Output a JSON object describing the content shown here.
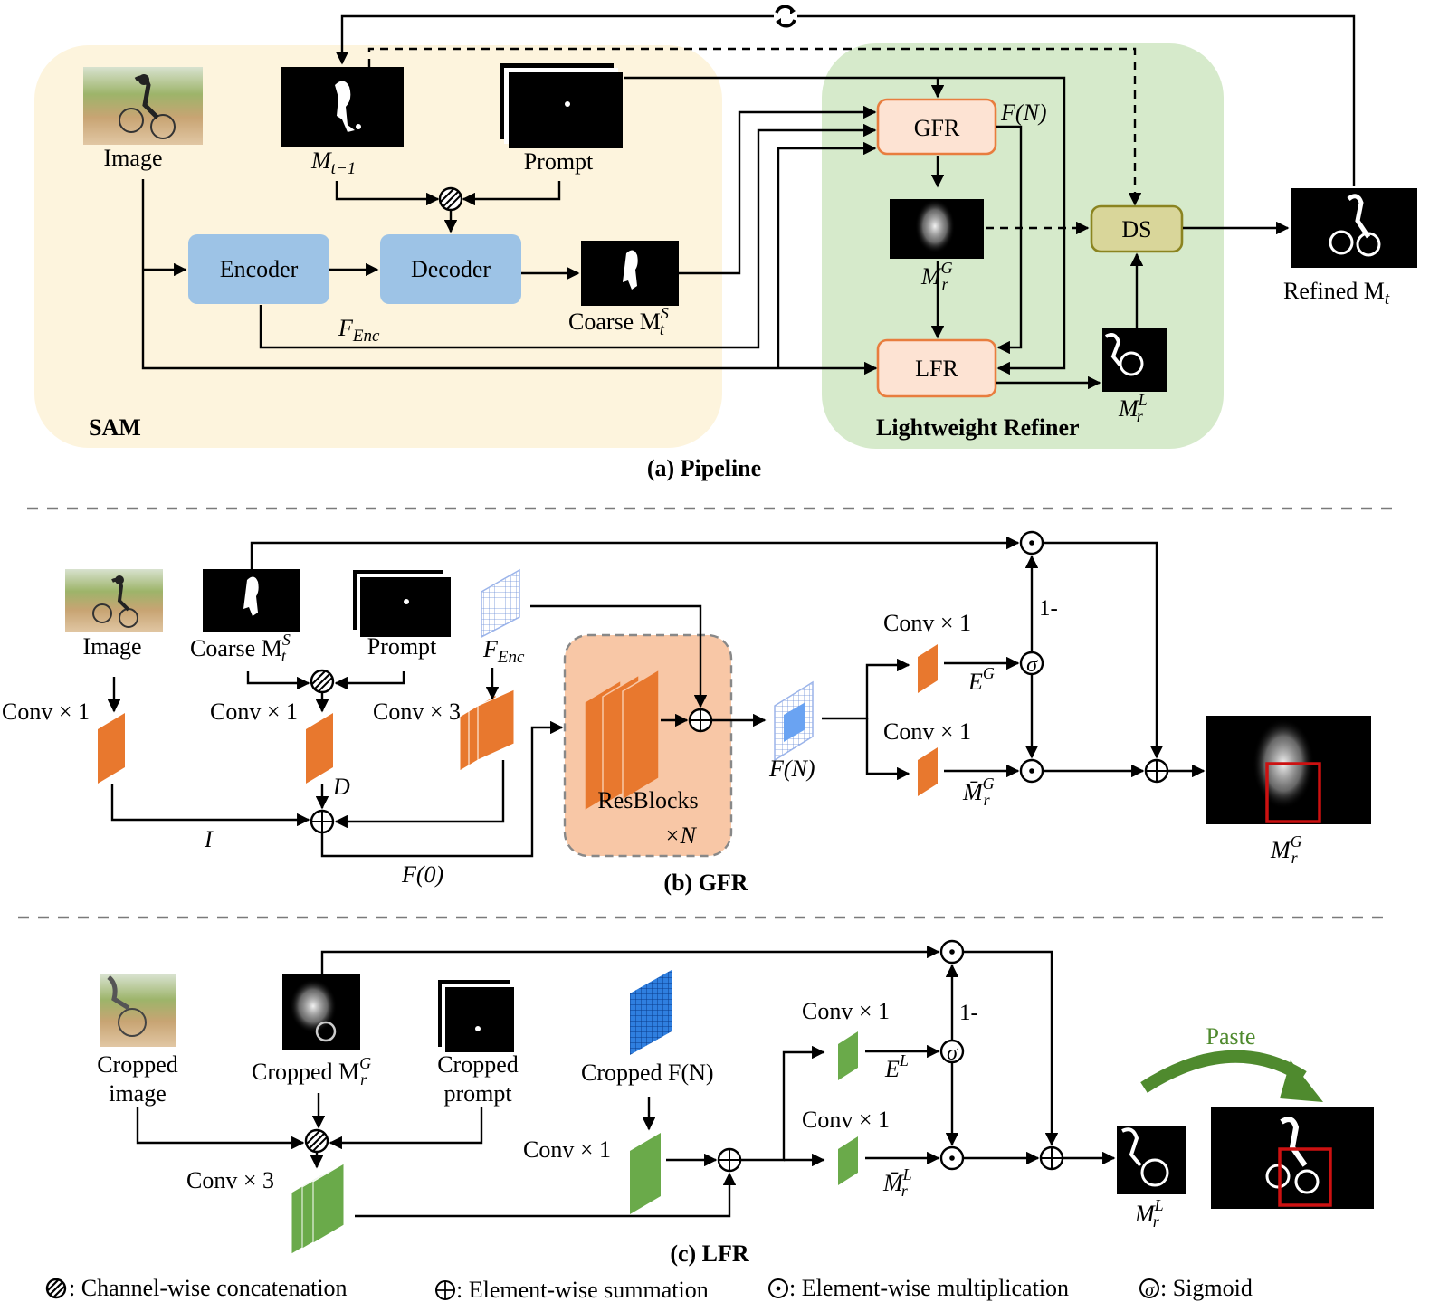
{
  "pipeline": {
    "caption": "(a) Pipeline",
    "sam_label": "SAM",
    "refiner_label": "Lightweight Refiner",
    "image_label": "Image",
    "mask_prev_label": "M",
    "mask_prev_sub": "t−1",
    "prompt_label": "Prompt",
    "encoder_label": "Encoder",
    "decoder_label": "Decoder",
    "fenc_label": "F",
    "fenc_sub": "Enc",
    "coarse_label": "Coarse M",
    "coarse_sup": "S",
    "coarse_sub": "t",
    "gfr_label": "GFR",
    "lfr_label": "LFR",
    "ds_label": "DS",
    "fn_label": "F(N)",
    "mrg_label": "M",
    "mrg_sup": "G",
    "mrg_sub": "r",
    "mrl_label": "M",
    "mrl_sup": "L",
    "mrl_sub": "r",
    "refined_label": "Refined M",
    "refined_sub": "t",
    "loop_icon": "refresh-icon"
  },
  "gfr": {
    "caption": "(b) GFR",
    "image_label": "Image",
    "coarse_label": "Coarse M",
    "coarse_sup": "S",
    "coarse_sub": "t",
    "prompt_label": "Prompt",
    "fenc_label": "F",
    "fenc_sub": "Enc",
    "conv1_label": "Conv × 1",
    "conv1b_label": "Conv × 1",
    "conv3_label": "Conv × 3",
    "d_label": "D",
    "i_label": "I",
    "f0_label": "F(0)",
    "resblocks_label": "ResBlocks",
    "xn_label": "×N",
    "fn_label": "F(N)",
    "conv_top_label": "Conv × 1",
    "conv_bot_label": "Conv × 1",
    "eg_label": "E",
    "eg_sup": "G",
    "mbar_label": "M̄",
    "mbar_sup": "G",
    "mbar_sub": "r",
    "one_minus": "1-",
    "out_label": "M",
    "out_sup": "G",
    "out_sub": "r"
  },
  "lfr": {
    "caption": "(c) LFR",
    "cropped_image_l1": "Cropped",
    "cropped_image_l2": "image",
    "cropped_mrg_label": "Cropped M",
    "cropped_mrg_sup": "G",
    "cropped_mrg_sub": "r",
    "cropped_prompt_l1": "Cropped",
    "cropped_prompt_l2": "prompt",
    "cropped_fn_label": "Cropped F(N)",
    "conv3_label": "Conv × 3",
    "conv1_label": "Conv × 1",
    "conv_top_label": "Conv × 1",
    "conv_bot_label": "Conv × 1",
    "el_label": "E",
    "el_sup": "L",
    "mbar_label": "M̄",
    "mbar_sup": "L",
    "mbar_sub": "r",
    "one_minus": "1-",
    "out_label": "M",
    "out_sup": "L",
    "out_sub": "r",
    "paste_label": "Paste"
  },
  "legend": {
    "concat": ": Channel-wise concatenation",
    "sum": ": Element-wise summation",
    "mult": ": Element-wise multiplication",
    "sigmoid": ": Sigmoid"
  },
  "colors": {
    "sam_bg": "#fdf4dd",
    "refiner_bg": "#d6eacb",
    "encoder": "#9dc3e6",
    "gfr_box": "#fde3d3",
    "gfr_border": "#e87d3e",
    "ds_box": "#d9d69a",
    "ds_border": "#8b8420",
    "orange_block": "#e8782e",
    "resblock_bg": "#f8c7a6",
    "green_block": "#6aaa4a",
    "paste_arrow": "#4f8a2e",
    "highlight_box": "#cc1111"
  }
}
